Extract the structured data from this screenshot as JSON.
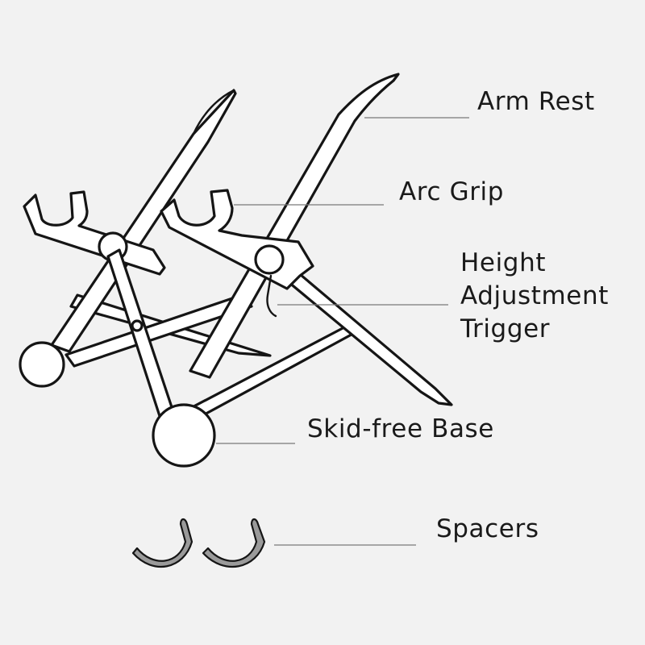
{
  "labels": {
    "arm_rest": "Arm Rest",
    "arc_grip": "Arc Grip",
    "height_trigger": [
      "Height",
      "Adjustment",
      "Trigger"
    ],
    "skid_free_base": "Skid-free Base",
    "spacers": "Spacers"
  },
  "colors": {
    "background": "#f2f2f2",
    "outline": "#151515",
    "fill": "#ffffff",
    "leader": "#7a7a7a",
    "spacer_fill": "#9a9a9a"
  }
}
